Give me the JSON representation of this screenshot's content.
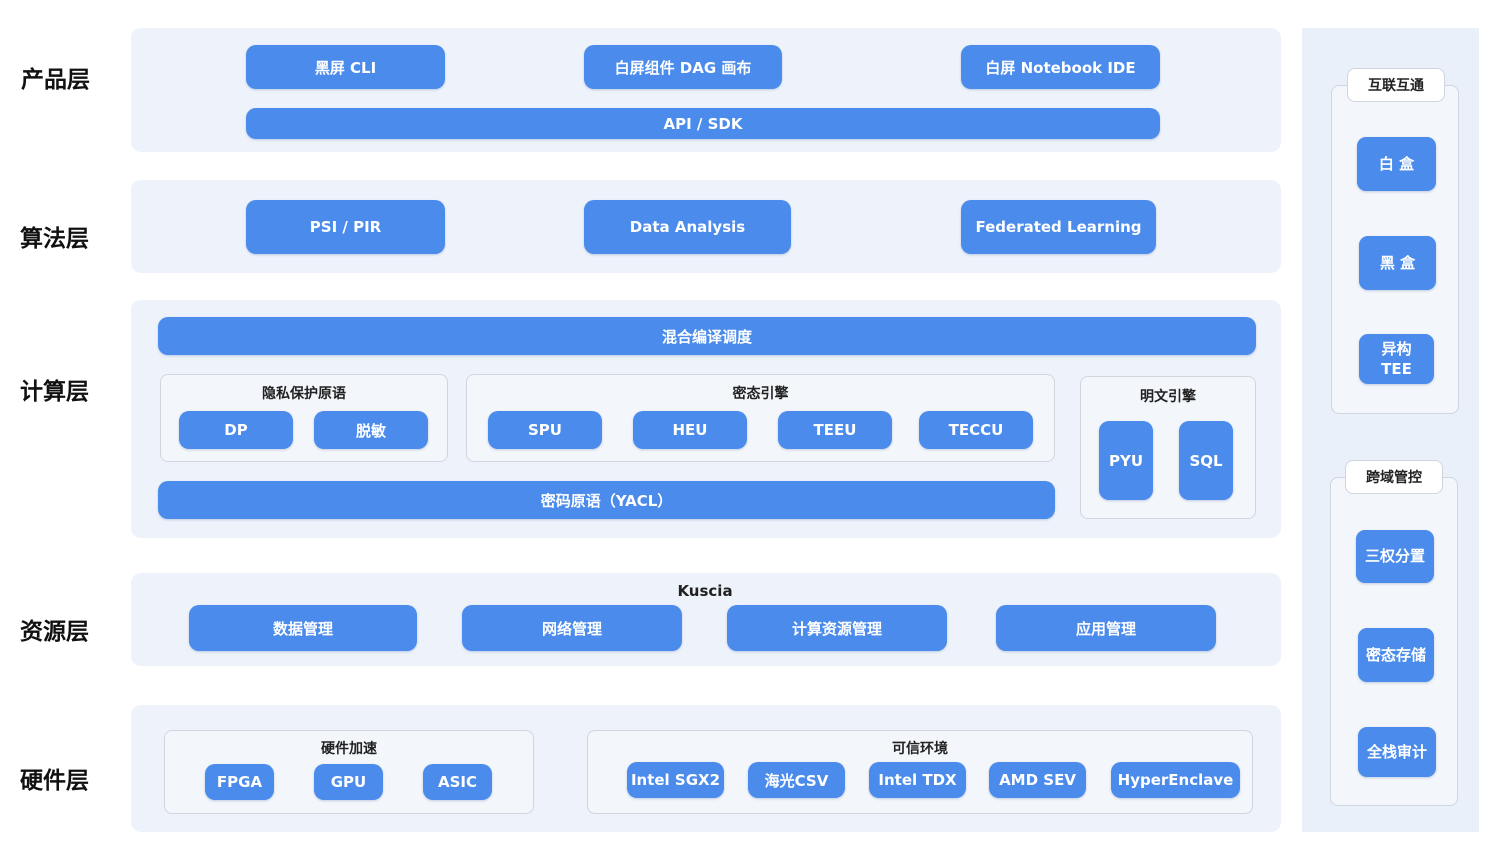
{
  "layers": [
    {
      "label": "产品层"
    },
    {
      "label": "算法层"
    },
    {
      "label": "计算层"
    },
    {
      "label": "资源层"
    },
    {
      "label": "硬件层"
    }
  ],
  "product": {
    "items": [
      "黑屏 CLI",
      "白屏组件 DAG 画布",
      "白屏 Notebook IDE"
    ],
    "api": "API / SDK"
  },
  "algorithm": {
    "items": [
      "PSI / PIR",
      "Data Analysis",
      "Federated Learning"
    ]
  },
  "compute": {
    "scheduler": "混合编译调度",
    "privacy": {
      "title": "隐私保护原语",
      "items": [
        "DP",
        "脱敏"
      ]
    },
    "cipher": {
      "title": "密态引擎",
      "items": [
        "SPU",
        "HEU",
        "TEEU",
        "TECCU"
      ]
    },
    "plain": {
      "title": "明文引擎",
      "items": [
        "PYU",
        "SQL"
      ]
    },
    "yacl": "密码原语（YACL）"
  },
  "resource": {
    "title": "Kuscia",
    "items": [
      "数据管理",
      "网络管理",
      "计算资源管理",
      "应用管理"
    ]
  },
  "hardware": {
    "accel": {
      "title": "硬件加速",
      "items": [
        "FPGA",
        "GPU",
        "ASIC"
      ]
    },
    "trusted": {
      "title": "可信环境",
      "items": [
        "Intel SGX2",
        "海光CSV",
        "Intel TDX",
        "AMD SEV",
        "HyperEnclave"
      ]
    }
  },
  "side": {
    "interconnect": {
      "title": "互联互通",
      "items": [
        "白 盒",
        "黑 盒"
      ],
      "hetero": [
        "异构",
        "TEE"
      ]
    },
    "control": {
      "title": "跨域管控",
      "items": [
        "三权分置",
        "密态存储",
        "全栈审计"
      ]
    }
  },
  "colors": {
    "button": "#4b8beb",
    "band": "#eef3fb",
    "side_panel": "#e9f0fa"
  }
}
